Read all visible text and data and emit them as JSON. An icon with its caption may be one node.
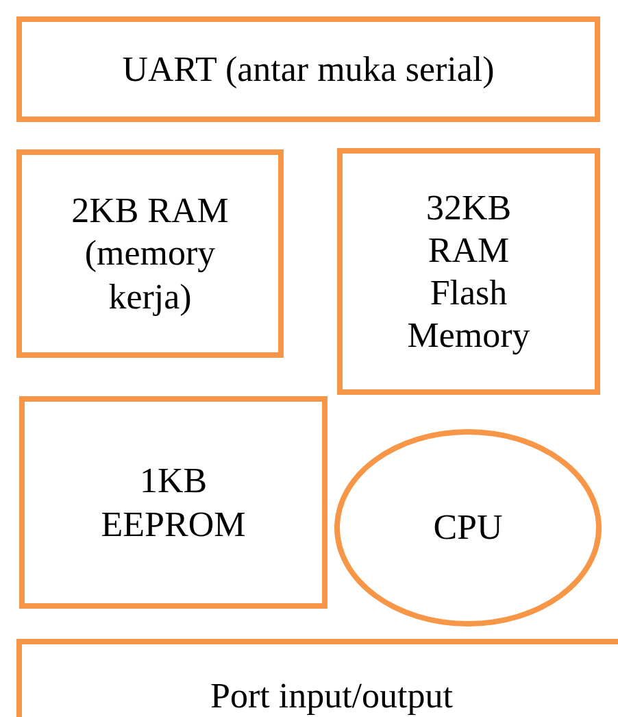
{
  "diagram": {
    "nodes": [
      {
        "text": [
          "UART (antar muka serial)"
        ]
      },
      {
        "text": [
          "2KB RAM (memory kerja)"
        ]
      },
      {
        "text": [
          "32KB RAM Flash Memory"
        ]
      },
      {
        "text": [
          "1KB EEPROM"
        ]
      },
      {
        "text": [
          "CPU"
        ]
      },
      {
        "text": [
          "Port input/output"
        ]
      }
    ]
  }
}
